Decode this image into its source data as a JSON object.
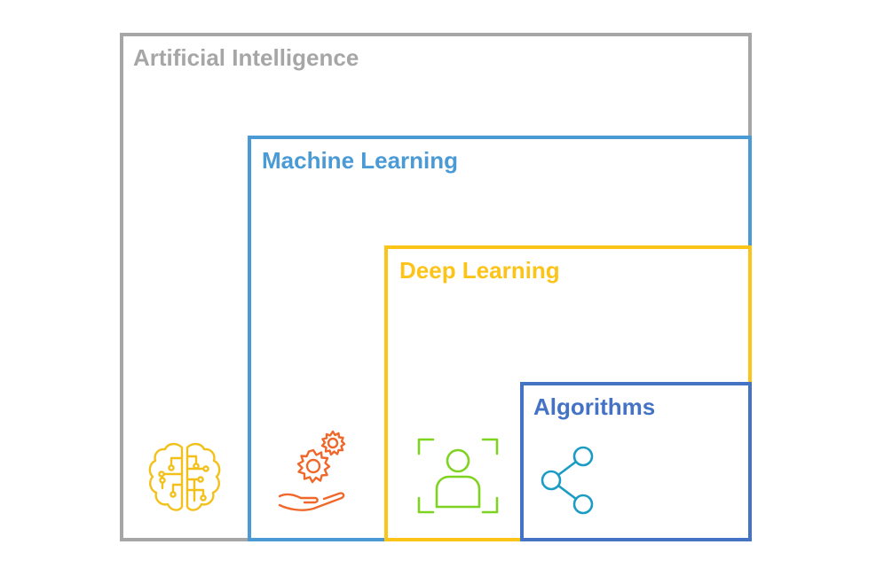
{
  "colors": {
    "ai": "#a6a6a6",
    "ml": "#4a9ad6",
    "dl": "#fcc419",
    "algorithms": "#4472c4",
    "brain_icon": "#f3c01a",
    "gears_icon": "#f0672a",
    "face_icon": "#7ed321",
    "share_icon": "#1a9cc5"
  },
  "boxes": {
    "ai": {
      "label": "Artificial Intelligence"
    },
    "ml": {
      "label": "Machine Learning"
    },
    "dl": {
      "label": "Deep Learning"
    },
    "algorithms": {
      "label": "Algorithms"
    }
  },
  "icons": {
    "ai": "brain-circuit-icon",
    "ml": "hand-gears-icon",
    "dl": "face-recognition-icon",
    "algorithms": "share-nodes-icon"
  }
}
